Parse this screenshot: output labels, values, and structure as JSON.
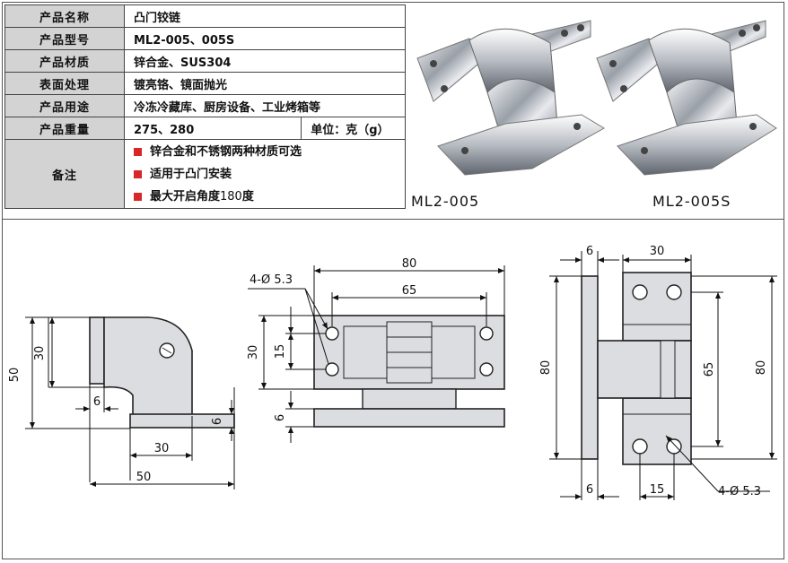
{
  "spec_table": {
    "name_label": "产品名称",
    "name_value": "凸门铰链",
    "model_label": "产品型号",
    "model_value": "ML2-005、005S",
    "material_label": "产品材质",
    "material_value": "锌合金、SUS304",
    "surface_label": "表面处理",
    "surface_value": "镀亮铬、镜面抛光",
    "usage_label": "产品用途",
    "usage_value": "冷冻冷藏库、厨房设备、工业烤箱等",
    "weight_label": "产品重量",
    "weight_value": "275、280",
    "weight_unit": "单位：克（g）",
    "remarks_label": "备注",
    "remarks": [
      {
        "text": "锌合金和不锈钢两种材质可选"
      },
      {
        "text": "适用于凸门安装"
      },
      {
        "text": "最大开启角度",
        "num": "180",
        "tail": "度"
      }
    ]
  },
  "photos": {
    "label_left": "ML2-005",
    "label_right": "ML2-005S"
  },
  "drawings": {
    "side": {
      "d50": "50",
      "d30": "30",
      "d6a": "6",
      "d6b": "6",
      "d30b": "30",
      "d50b": "50"
    },
    "front": {
      "holes": "4-Ø 5.3",
      "d80": "80",
      "d65": "65",
      "d30": "30",
      "d15": "15",
      "d6": "6"
    },
    "top": {
      "d30": "30",
      "d6a": "6",
      "d80a": "80",
      "d65": "65",
      "d80b": "80",
      "d6b": "6",
      "d15": "15",
      "holes": "4-Ø 5.3"
    }
  },
  "colors": {
    "table_header": "#d3d3d3",
    "bullet": "#d9262b",
    "part_fill": "#dcdde0",
    "part_stroke": "#222222"
  }
}
